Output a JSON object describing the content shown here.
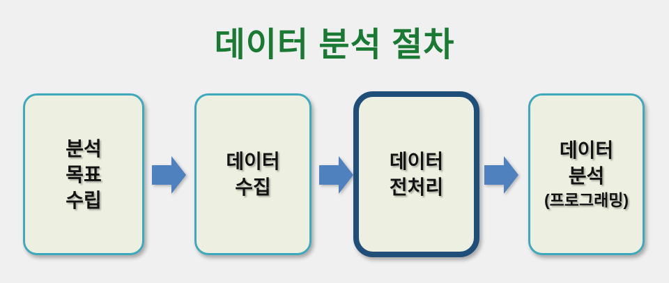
{
  "title": "데이터 분석 절차",
  "steps": [
    {
      "lines": [
        "분석",
        "목표",
        "수립"
      ],
      "highlighted": false
    },
    {
      "lines": [
        "데이터",
        "수집"
      ],
      "highlighted": false
    },
    {
      "lines": [
        "데이터",
        "전처리"
      ],
      "highlighted": true
    },
    {
      "lines": [
        "데이터",
        "분석"
      ],
      "sub_line": "(프로그래밍)",
      "highlighted": false
    }
  ],
  "colors": {
    "bg": "#f0f0f1",
    "title-green": "#1a7a34",
    "box-fill": "#edf0e0",
    "box-border": "#3fa9bc",
    "highlight-border": "#1f4e79",
    "arrow": "#4e81bd",
    "text": "#121212"
  }
}
